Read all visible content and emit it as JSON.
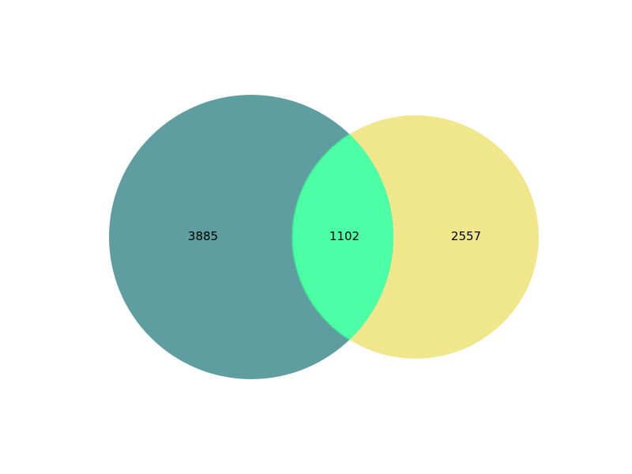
{
  "venn": {
    "sets": [
      {
        "id": "A",
        "only_count": "3885",
        "color": "#5f9ea0"
      },
      {
        "id": "B",
        "only_count": "2557",
        "color": "#f0e68c"
      }
    ],
    "intersection": {
      "count": "1102",
      "color": "#4cffa6",
      "edge_color": "#3ee68f"
    }
  }
}
